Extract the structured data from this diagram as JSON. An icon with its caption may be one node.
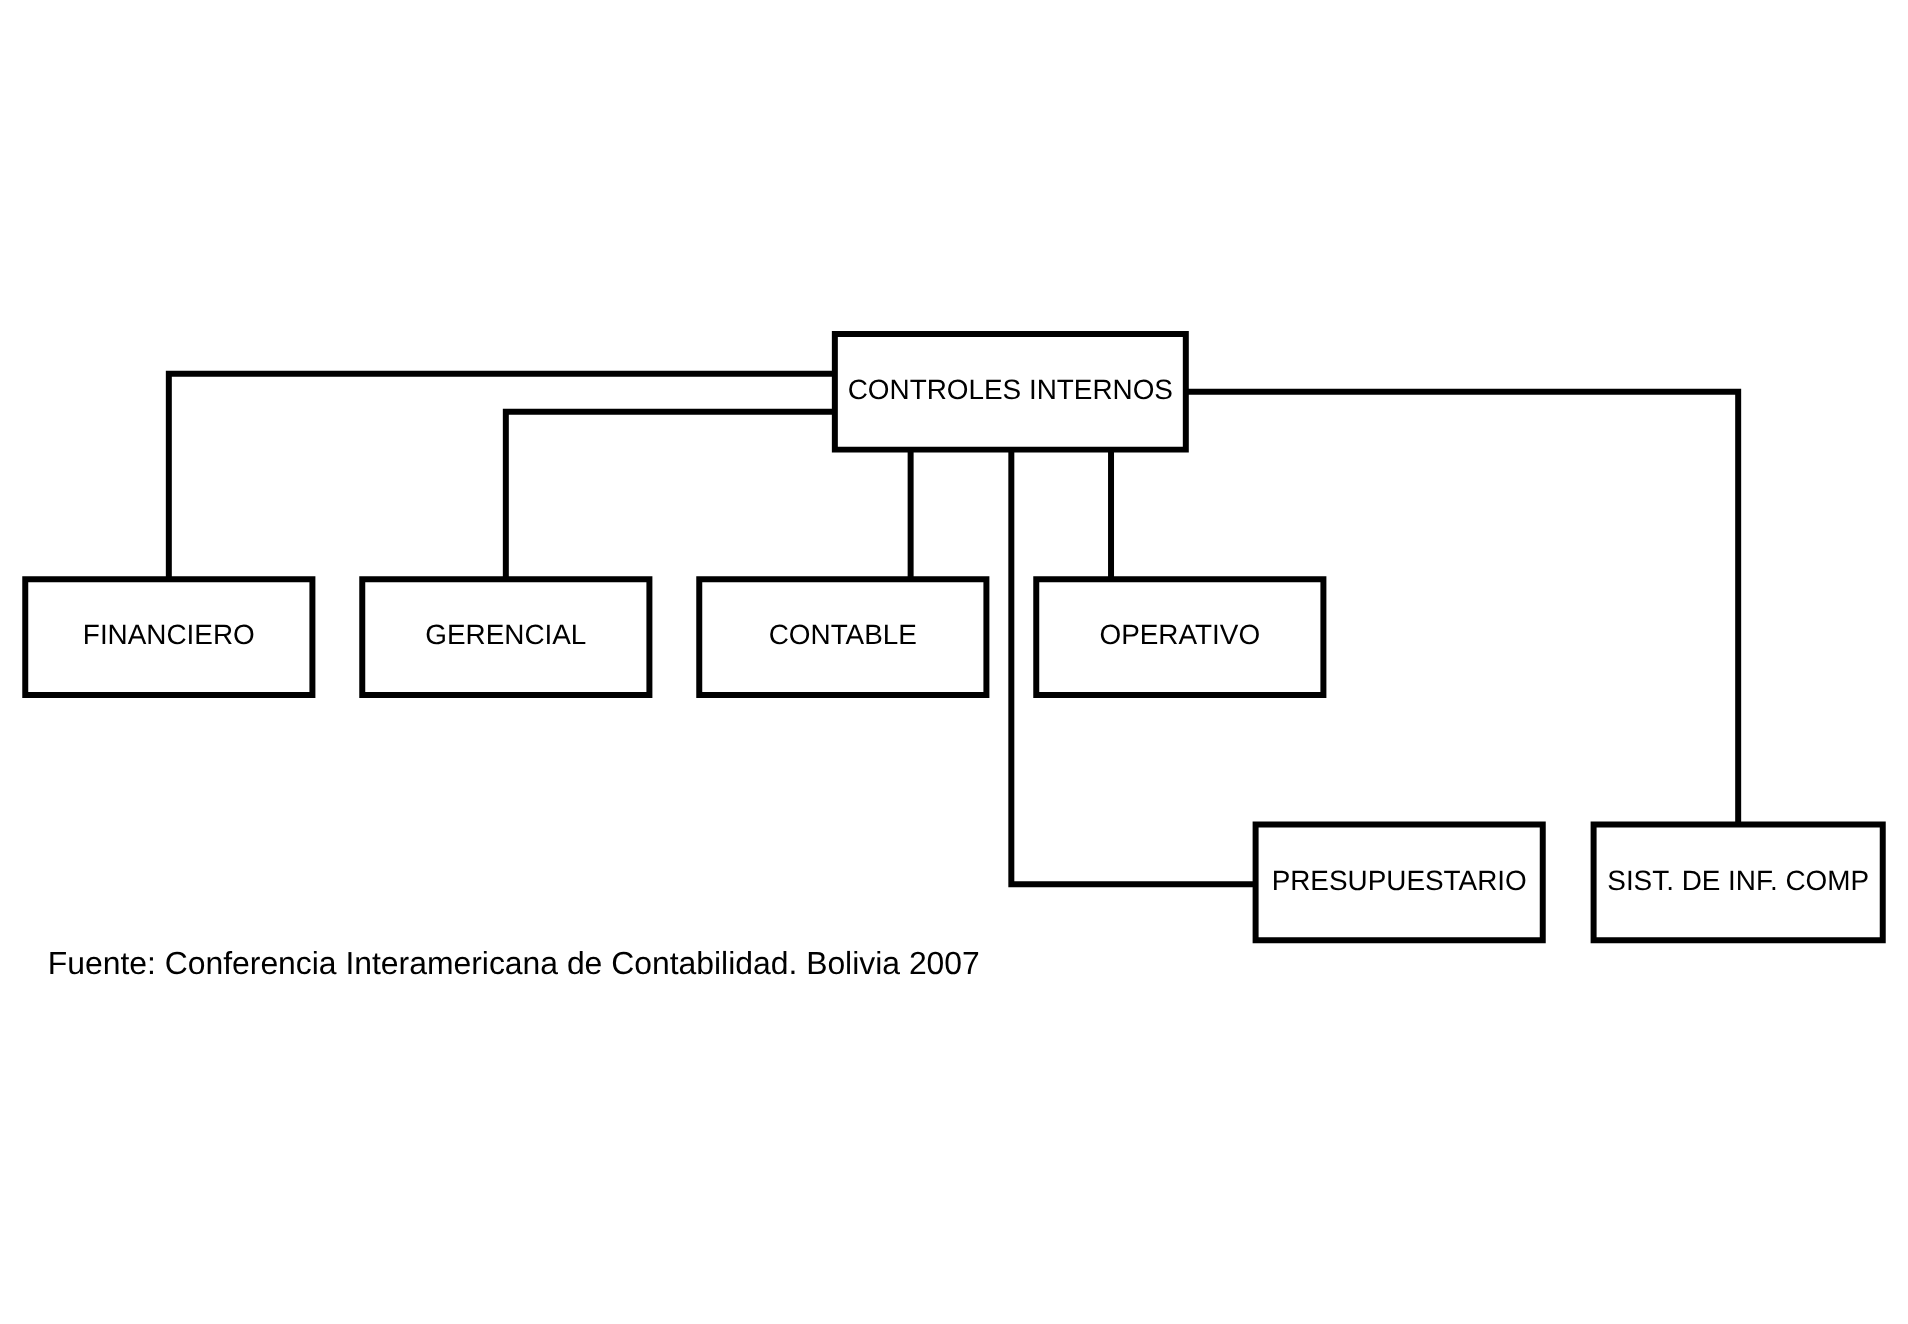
{
  "diagram": {
    "caption": "Fuente: Conferencia Interamericana de Contabilidad. Bolivia 2007",
    "nodes": [
      {
        "text": [
          "CONTROLES INTERNOS"
        ]
      },
      {
        "text": [
          "FINANCIERO"
        ]
      },
      {
        "text": [
          "GERENCIAL"
        ]
      },
      {
        "text": [
          "CONTABLE"
        ]
      },
      {
        "text": [
          "OPERATIVO"
        ]
      },
      {
        "text": [
          "PRESUPUESTARIO"
        ]
      },
      {
        "text": [
          "SIST. DE INF. COMP"
        ]
      }
    ],
    "edges": [
      {
        "from": 0,
        "to": 1,
        "arrow": "none"
      },
      {
        "from": 0,
        "to": 2,
        "arrow": "none"
      },
      {
        "from": 0,
        "to": 3,
        "arrow": "none"
      },
      {
        "from": 0,
        "to": 4,
        "arrow": "none"
      },
      {
        "from": 0,
        "to": 5,
        "arrow": "none"
      },
      {
        "from": 0,
        "to": 6,
        "arrow": "none"
      }
    ]
  }
}
